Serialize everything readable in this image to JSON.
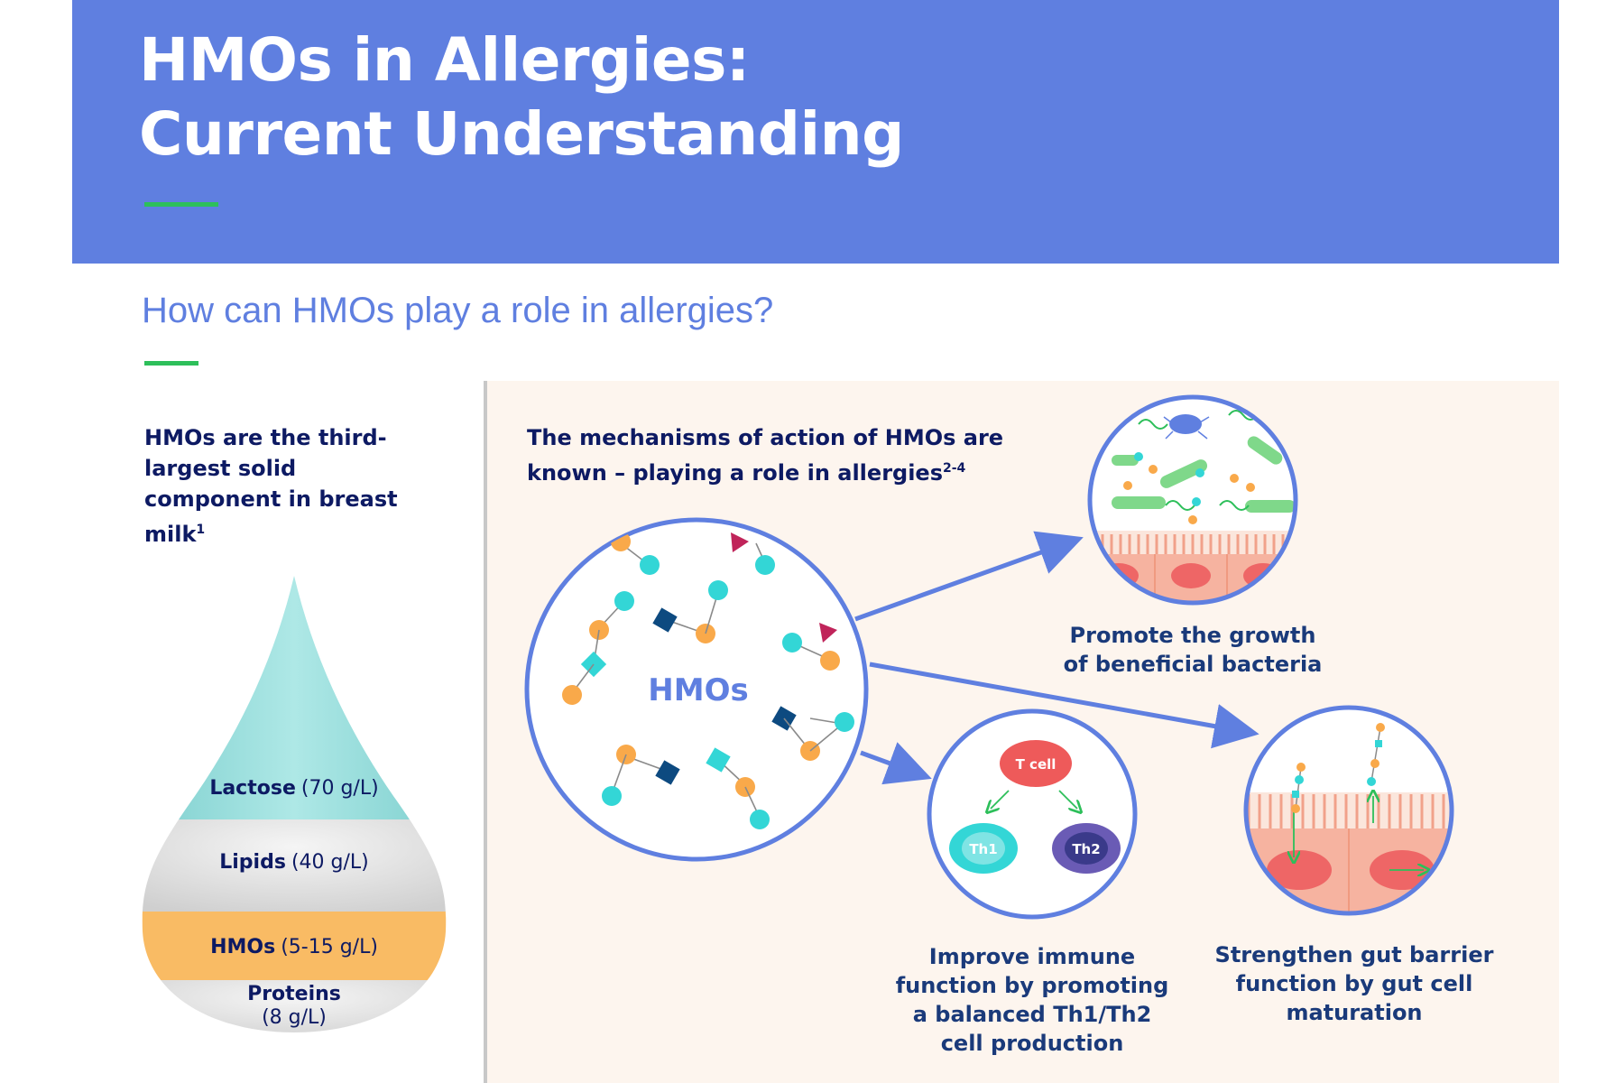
{
  "banner": {
    "title_line1": "HMOs in Allergies:",
    "title_line2": "Current Understanding",
    "color": "#5f7fe0"
  },
  "subtitle": "How can HMOs play a role in allergies?",
  "left": {
    "heading": "HMOs are the third-largest solid component in breast milk",
    "heading_sup": "1",
    "drop_layers": [
      {
        "name": "Lactose",
        "amount": "(70 g/L)",
        "color": "#9fe0df"
      },
      {
        "name": "Lipids",
        "amount": "(40 g/L)",
        "color": "#e8e8e8"
      },
      {
        "name": "HMOs",
        "amount": "(5-15 g/L)",
        "color": "#f9bb64"
      },
      {
        "name": "Proteins",
        "amount": "(8 g/L)",
        "color": "#e8e8e8"
      }
    ]
  },
  "mechanisms": {
    "heading": "The mechanisms of action of HMOs are known – playing a role in allergies",
    "heading_sup": "2-4",
    "center_label": "HMOs",
    "outcomes": [
      {
        "id": "bacteria",
        "caption_line1": "Promote the growth",
        "caption_line2": "of beneficial bacteria"
      },
      {
        "id": "immune",
        "caption_line1": "Improve immune",
        "caption_line2": "function by promoting",
        "caption_line3": "a balanced Th1/Th2",
        "caption_line4": "cell production"
      },
      {
        "id": "gut",
        "caption_line1": "Strengthen gut barrier",
        "caption_line2": "function by gut cell",
        "caption_line3": "maturation"
      }
    ],
    "immune_labels": {
      "tcell": "T cell",
      "th1": "Th1",
      "th2": "Th2"
    }
  },
  "colors": {
    "accent_green": "#2dbf5a",
    "circle_stroke": "#5f7fe0",
    "navy": "#0d1a63",
    "panel_bg": "#fdf5ee"
  }
}
